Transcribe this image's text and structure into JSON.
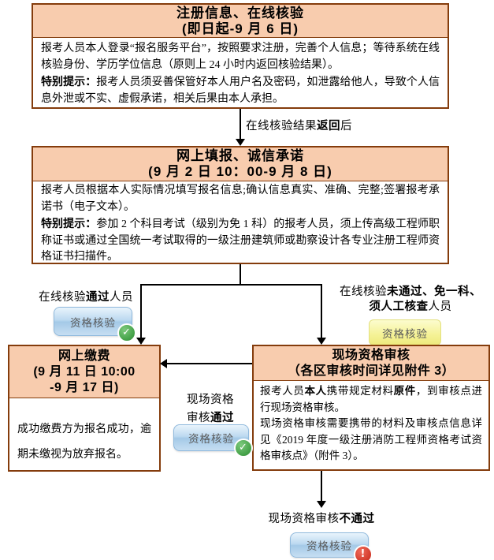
{
  "colors": {
    "box_border": "#843C0C",
    "header_fill": "#F8CCAE",
    "connector": "#000000",
    "badge_blue": "#AECFEC",
    "badge_yellow": "#F5F298",
    "check_green": "#43A047",
    "error_red": "#D23A2B"
  },
  "steps": {
    "register": {
      "title": [
        "注册信息、在线核验",
        "(即日起-9 月 6 日)"
      ],
      "body": [
        {
          "segments": [
            {
              "t": "报考人员本人登录“报名服务平台”，按照要求注册，完善个人信息；等待系统在线核验身份、学历学位信息（原则上 24 小时内返回核验结果）。",
              "b": false
            }
          ]
        },
        {
          "segments": [
            {
              "t": "特别提示：",
              "b": true
            },
            {
              "t": "报考人员须妥善保管好本人用户名及密码，如泄露给他人，导致个人信息外泄或不实、虚假承诺，相关后果由本人承担。",
              "b": false
            }
          ]
        }
      ]
    },
    "fill": {
      "title": [
        "网上填报、诚信承诺",
        "(9 月 2 日 10：00-9 月 8 日)"
      ],
      "body": [
        {
          "segments": [
            {
              "t": "报考人员根据本人实际情况填写报名信息;确认信息真实、准确、完整;签署报考承诺书（电子文本）。",
              "b": false
            }
          ]
        },
        {
          "segments": [
            {
              "t": "特别提示：",
              "b": true
            },
            {
              "t": "参加 2 个科目考试（级别为免 1 科）的报考人员，须上传高级工程师职称证书或通过全国统一考试取得的一级注册建筑师或勘察设计各专业注册工程师资格证书扫描件。",
              "b": false
            }
          ]
        }
      ]
    },
    "pay": {
      "title": [
        "网上缴费",
        "(9 月 11 日 10:00",
        "-9 月 17 日)"
      ],
      "body": [
        {
          "segments": [
            {
              "t": "成功缴费方为报名成功，逾期未缴视为放弃报名。",
              "b": false
            }
          ]
        }
      ]
    },
    "onsite": {
      "title": [
        "现场资格审核",
        "（各区审核时间详见附件 3）"
      ],
      "body": [
        {
          "segments": [
            {
              "t": "报考人员",
              "b": false
            },
            {
              "t": "本人",
              "b": true
            },
            {
              "t": "携带规定材料",
              "b": false
            },
            {
              "t": "原件",
              "b": true
            },
            {
              "t": "，到审核点进行现场资格审核。",
              "b": false
            }
          ]
        },
        {
          "segments": [
            {
              "t": "现场资格审核需要携带的材料及审核点信息详见《2019 年度一级注册消防工程师资格考试资格审核点》（附件 3）。",
              "b": false
            }
          ]
        }
      ]
    }
  },
  "labels": {
    "after_register": [
      {
        "t": "在线核验结果",
        "b": false
      },
      {
        "t": "返回",
        "b": true
      },
      {
        "t": "后",
        "b": false
      }
    ],
    "branch_pass": [
      {
        "t": "在线核验",
        "b": false
      },
      {
        "t": "通过",
        "b": true
      },
      {
        "t": "人员",
        "b": false
      }
    ],
    "branch_manual_line1": [
      {
        "t": "在线核验",
        "b": false
      },
      {
        "t": "未通过、免一科、",
        "b": true
      }
    ],
    "branch_manual_line2": [
      {
        "t": "须人工核查",
        "b": true
      },
      {
        "t": "人员",
        "b": false
      }
    ],
    "onsite_pass_line1": [
      {
        "t": "现场资格",
        "b": false
      }
    ],
    "onsite_pass_line2": [
      {
        "t": "审核",
        "b": false
      },
      {
        "t": "通过",
        "b": true
      }
    ],
    "onsite_fail": [
      {
        "t": "现场资格审核",
        "b": false
      },
      {
        "t": "不通过",
        "b": true
      }
    ]
  },
  "badges": {
    "label": "资格核验",
    "online_pass_icon": "check",
    "manual_icon": "none",
    "onsite_pass_icon": "check",
    "onsite_fail_icon": "error"
  }
}
